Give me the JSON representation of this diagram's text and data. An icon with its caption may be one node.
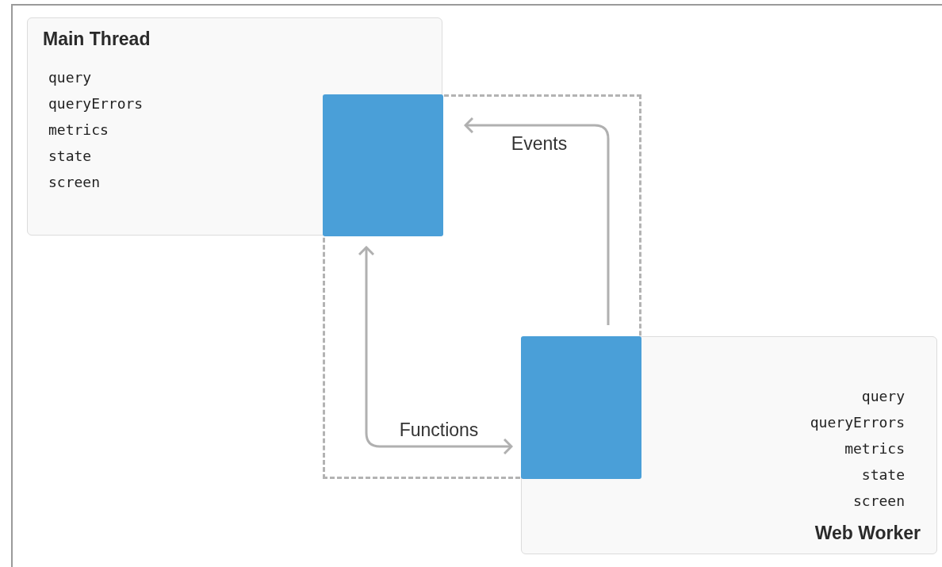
{
  "diagram": {
    "nodes": [
      {
        "text": [
          "Main Thread",
          "query",
          "queryErrors",
          "metrics",
          "state",
          "screen"
        ]
      },
      {
        "text": [],
        "shape": "box",
        "in": 0
      },
      {
        "text": [],
        "shape": "box",
        "in": 3
      },
      {
        "text": [
          "query",
          "queryErrors",
          "metrics",
          "state",
          "screen",
          "Web Worker"
        ]
      }
    ],
    "edges": [
      {
        "from": 2,
        "to": 1,
        "arrow": "to",
        "label": "Events"
      },
      {
        "from": 1,
        "to": 2,
        "arrow": "both",
        "label": "Functions"
      }
    ]
  }
}
